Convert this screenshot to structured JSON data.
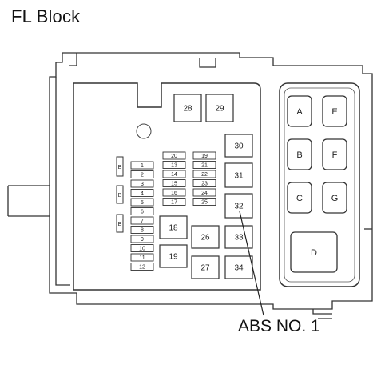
{
  "title": "FL Block",
  "callout_label": "ABS NO. 1",
  "large_fuses": [
    "28",
    "29",
    "30",
    "31",
    "32",
    "18",
    "26",
    "33",
    "19",
    "27",
    "34"
  ],
  "small_fuse_left": [
    "1",
    "2",
    "3",
    "4",
    "5",
    "6",
    "7",
    "8",
    "9",
    "10",
    "11",
    "12"
  ],
  "small_fuse_mid_a": [
    "20",
    "13",
    "14",
    "15",
    "16",
    "17"
  ],
  "small_fuse_mid_b": [
    "19",
    "21",
    "22",
    "23",
    "24",
    "25"
  ],
  "relays": [
    "A",
    "E",
    "B",
    "F",
    "C",
    "G",
    "D"
  ],
  "side_labels": [
    "B",
    "B",
    "B"
  ]
}
